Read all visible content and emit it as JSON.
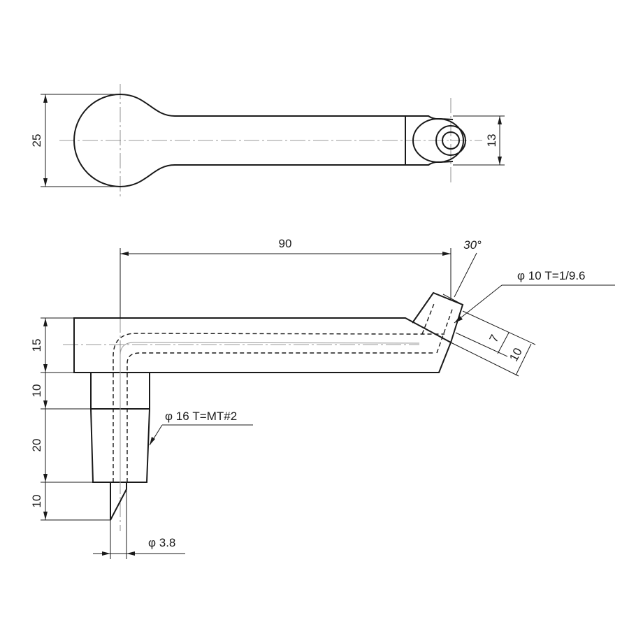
{
  "top_view": {
    "dim_width": "25",
    "dim_tip": "13"
  },
  "side_view": {
    "dim_length": "90",
    "dim_angle": "30°",
    "note_tip_bore": "φ 10  T=1/9.6",
    "dim_tip_inner": "7",
    "dim_tip_outer": "10",
    "dim_arm_height": "15",
    "dim_shank_top": "10",
    "dim_taper": "20",
    "dim_point": "10",
    "note_taper": "φ 16  T=MT#2",
    "dim_point_dia": "φ 3.8"
  }
}
